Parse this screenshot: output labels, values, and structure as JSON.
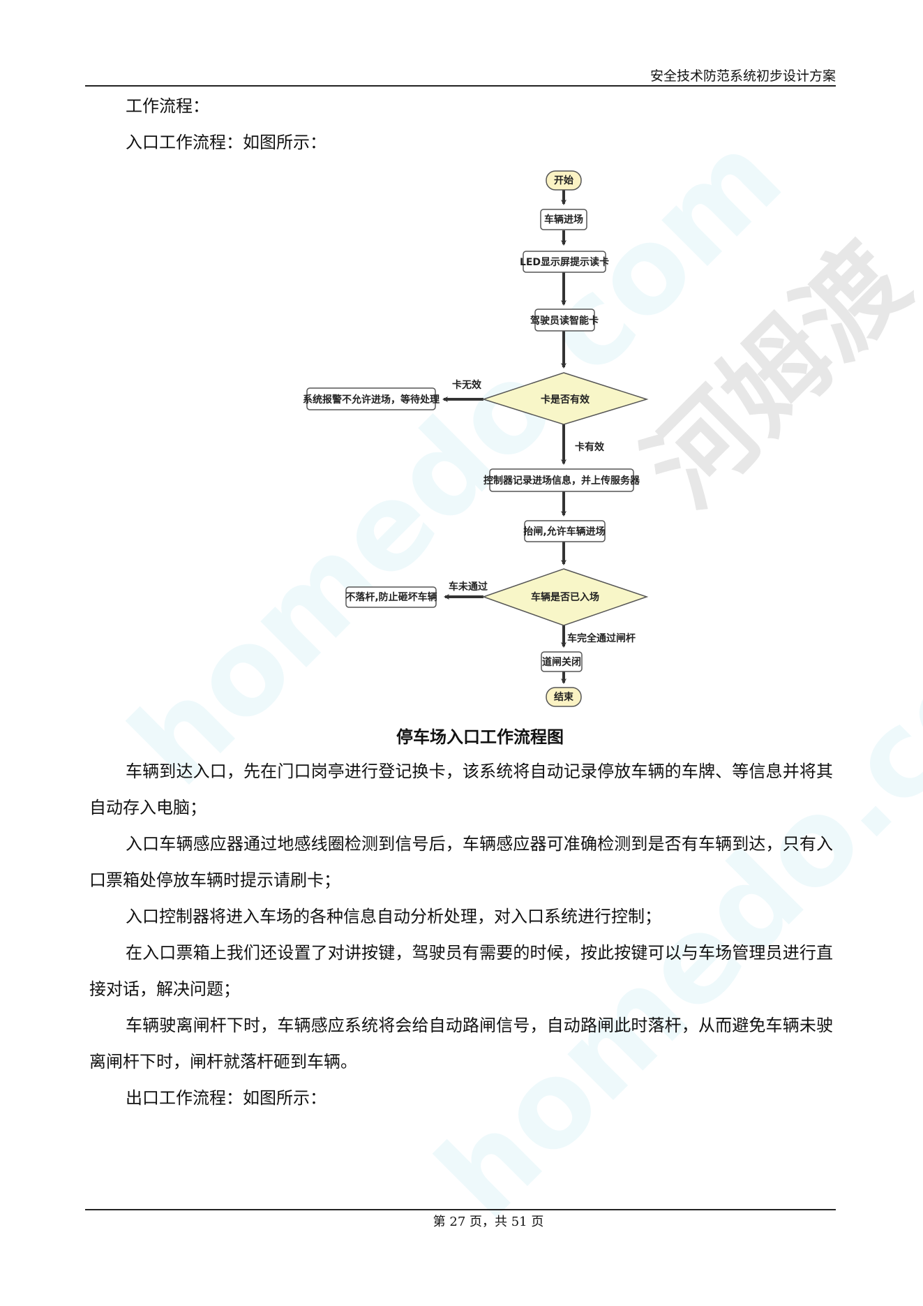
{
  "header": {
    "title": "安全技术防范系统初步设计方案"
  },
  "body": {
    "heading": "工作流程：",
    "entry_intro": "入口工作流程：如图所示：",
    "caption": "停车场入口工作流程图",
    "paragraphs": [
      "车辆到达入口，先在门口岗亭进行登记换卡，该系统将自动记录停放车辆的车牌、等信息并将其自动存入电脑；",
      "入口车辆感应器通过地感线圈检测到信号后，车辆感应器可准确检测到是否有车辆到达，只有入口票箱处停放车辆时提示请刷卡；",
      "入口控制器将进入车场的各种信息自动分析处理，对入口系统进行控制；",
      "在入口票箱上我们还设置了对讲按键，驾驶员有需要的时候，按此按键可以与车场管理员进行直接对话，解决问题；",
      "车辆驶离闸杆下时，车辆感应系统将会给自动路闸信号，自动路闸此时落杆，从而避免车辆未驶离闸杆下时，闸杆就落杆砸到车辆。"
    ],
    "exit_intro": "出口工作流程：如图所示："
  },
  "flowchart": {
    "start": "开始",
    "step1": "车辆进场",
    "step2": "LED显示屏提示读卡",
    "step3": "驾驶员读智能卡",
    "decision1": "卡是否有效",
    "no1_label": "卡无效",
    "no1_box": "系统报警不允许进场，等待处理",
    "yes1_label": "卡有效",
    "step4": "控制器记录进场信息，并上传服务器",
    "step5": "抬闸,允许车辆进场",
    "decision2": "车辆是否已入场",
    "no2_label": "车未通过",
    "no2_box": "不落杆,防止砸坏车辆",
    "yes2_label": "车完全通过闸杆",
    "step6": "道闸关闭",
    "end": "结束"
  },
  "watermark": {
    "text1": "homedo.com",
    "text2": "河姆渡"
  },
  "footer": {
    "page": "第 27 页，共 51 页"
  },
  "colors": {
    "terminal_fill": "#fbf3c4",
    "decision_fill": "#f8f6c8",
    "text": "#111111"
  }
}
